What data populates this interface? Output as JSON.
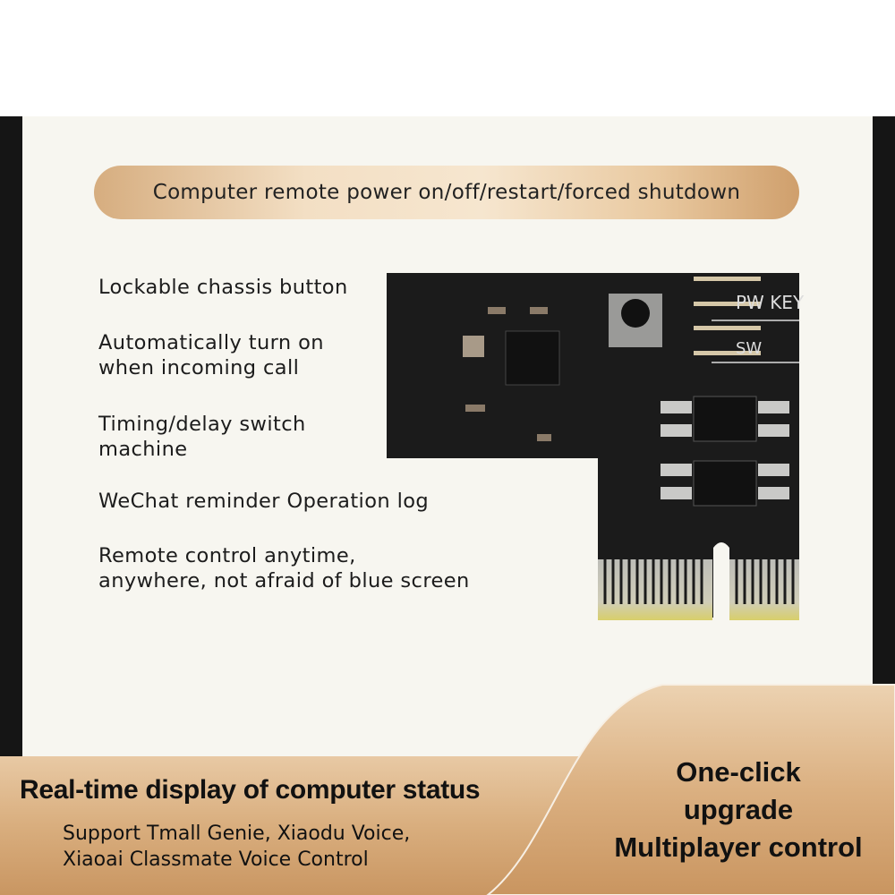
{
  "header_pill": {
    "text": "Computer remote power on/off/restart/forced shutdown"
  },
  "features": [
    {
      "lines": [
        "Lockable chassis button"
      ]
    },
    {
      "lines": [
        "Automatically turn on",
        "when incoming call"
      ]
    },
    {
      "lines": [
        "Timing/delay switch",
        "machine"
      ]
    },
    {
      "lines": [
        "WeChat reminder Operation log"
      ]
    },
    {
      "lines": [
        "Remote control anytime,",
        "anywhere, not afraid of blue screen"
      ]
    }
  ],
  "product_image": {
    "board_labels": {
      "pw_key": "PW KEY",
      "sw": "SW"
    },
    "board_color": "#1a1a1a",
    "finger_color": "#d8d2a0"
  },
  "bottom_left": {
    "title": "Real-time display of computer status",
    "subtitle_lines": [
      "Support Tmall Genie, Xiaodu Voice,",
      "Xiaoai Classmate Voice Control"
    ]
  },
  "bottom_right": {
    "lines": [
      "One-click",
      "upgrade",
      "Multiplayer control"
    ]
  },
  "colors": {
    "accent_gold": "#d9ae7e",
    "background": "#f7f6f0",
    "side_bars": "#151515"
  }
}
